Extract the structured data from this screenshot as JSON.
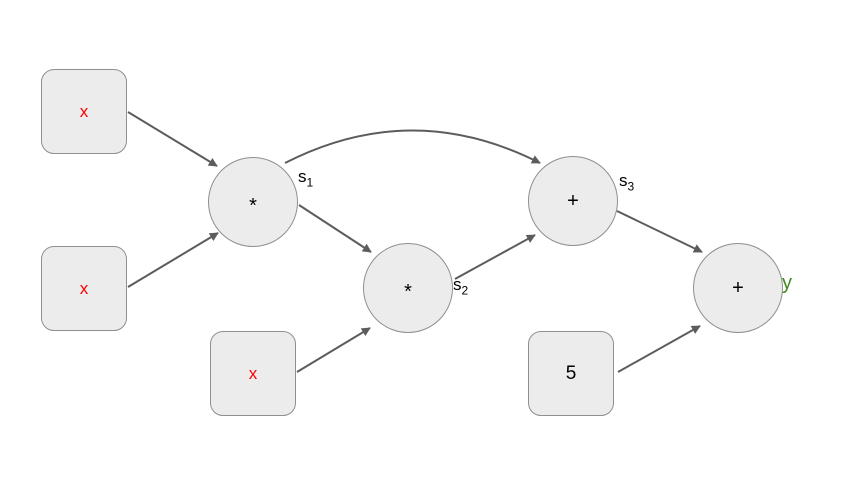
{
  "nodes": {
    "x_top": {
      "label": "x",
      "shape": "square",
      "role": "input"
    },
    "x_mid": {
      "label": "x",
      "shape": "square",
      "role": "input"
    },
    "x_bottom": {
      "label": "x",
      "shape": "square",
      "role": "input"
    },
    "const_five": {
      "label": "5",
      "shape": "square",
      "role": "constant"
    },
    "mul_1": {
      "label": "*",
      "shape": "circle",
      "role": "operator"
    },
    "mul_2": {
      "label": "*",
      "shape": "circle",
      "role": "operator"
    },
    "add_1": {
      "label": "+",
      "shape": "circle",
      "role": "operator"
    },
    "add_2": {
      "label": "+",
      "shape": "circle",
      "role": "operator"
    }
  },
  "labels": {
    "s1": {
      "base": "s",
      "sub": "1"
    },
    "s2": {
      "base": "s",
      "sub": "2"
    },
    "s3": {
      "base": "s",
      "sub": "3"
    },
    "output": {
      "label": "y"
    }
  },
  "colors": {
    "input_text": "#ff0000",
    "output_text": "#3f8c21",
    "operator_text": "#000000",
    "label_text": "#000000",
    "node_fill": "#ececec",
    "node_border": "#8f8f8f",
    "edge": "#5c5c5c"
  }
}
